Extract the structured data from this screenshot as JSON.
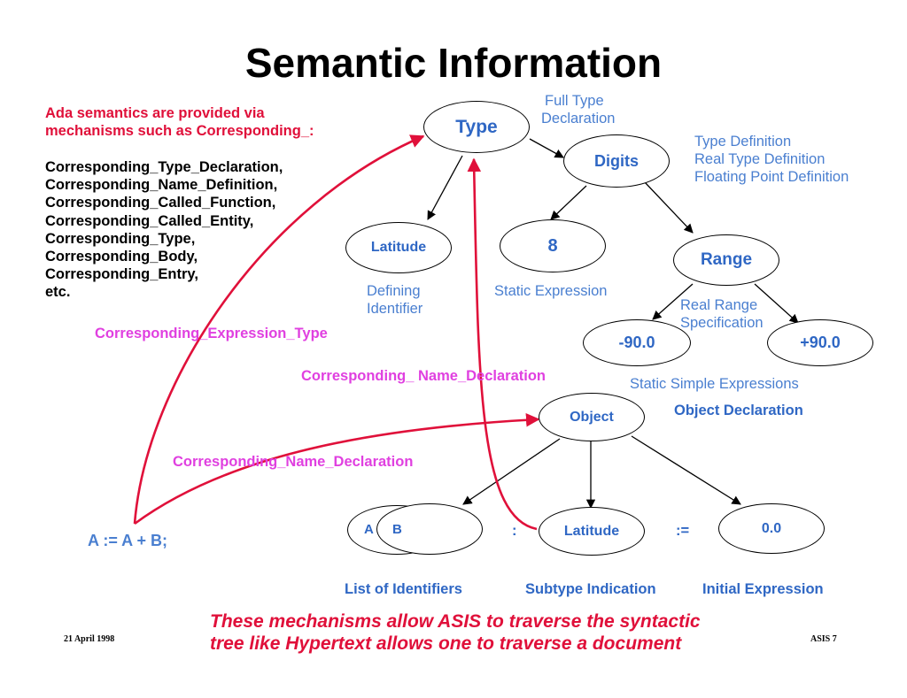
{
  "slide": {
    "title": "Semantic Information",
    "intro_line1": "Ada semantics are provided via",
    "intro_line2": "mechanisms such as Corresponding_:",
    "mechanisms": [
      "Corresponding_Type_Declaration,",
      "Corresponding_Name_Definition,",
      "Corresponding_Called_Function,",
      "Corresponding_Called_Entity,",
      "Corresponding_Type,",
      "Corresponding_Body,",
      "Corresponding_Entry,",
      "etc."
    ],
    "statement": "A := A + B;",
    "conclusion_line1": "These mechanisms allow ASIS to traverse the syntactic",
    "conclusion_line2": "tree like Hypertext allows one to traverse a document",
    "footer_date": "21 April 1998",
    "footer_page": "ASIS 7"
  },
  "nodes": {
    "type": "Type",
    "digits": "Digits",
    "latitude_top": "Latitude",
    "eight": "8",
    "range": "Range",
    "neg90": "-90.0",
    "pos90": "+90.0",
    "object": "Object",
    "a": "A",
    "b": "B",
    "latitude_bottom": "Latitude",
    "zero": "0.0"
  },
  "labels": {
    "full_type_1": "Full Type",
    "full_type_2": "Declaration",
    "type_def_1": "Type Definition",
    "type_def_2": "Real Type Definition",
    "type_def_3": "Floating Point Definition",
    "defining_1": "Defining",
    "defining_2": "Identifier",
    "static_expr": "Static Expression",
    "real_range_1": "Real Range",
    "real_range_2": "Specification",
    "static_simple": "Static Simple Expressions",
    "object_decl": "Object Declaration",
    "colon": ":",
    "assign": ":=",
    "list_ids": "List of Identifiers",
    "subtype_ind": "Subtype Indication",
    "init_expr": "Initial Expression"
  },
  "links": {
    "expr_type": "Corresponding_Expression_Type",
    "name_decl_1": "Corresponding_ Name_Declaration",
    "name_decl_2": "Corresponding_Name_Declaration"
  },
  "colors": {
    "tree_text": "#2f67c4",
    "label_text": "#4a7fd0",
    "link_arrow": "#e0103a",
    "link_label": "#e040e0"
  }
}
